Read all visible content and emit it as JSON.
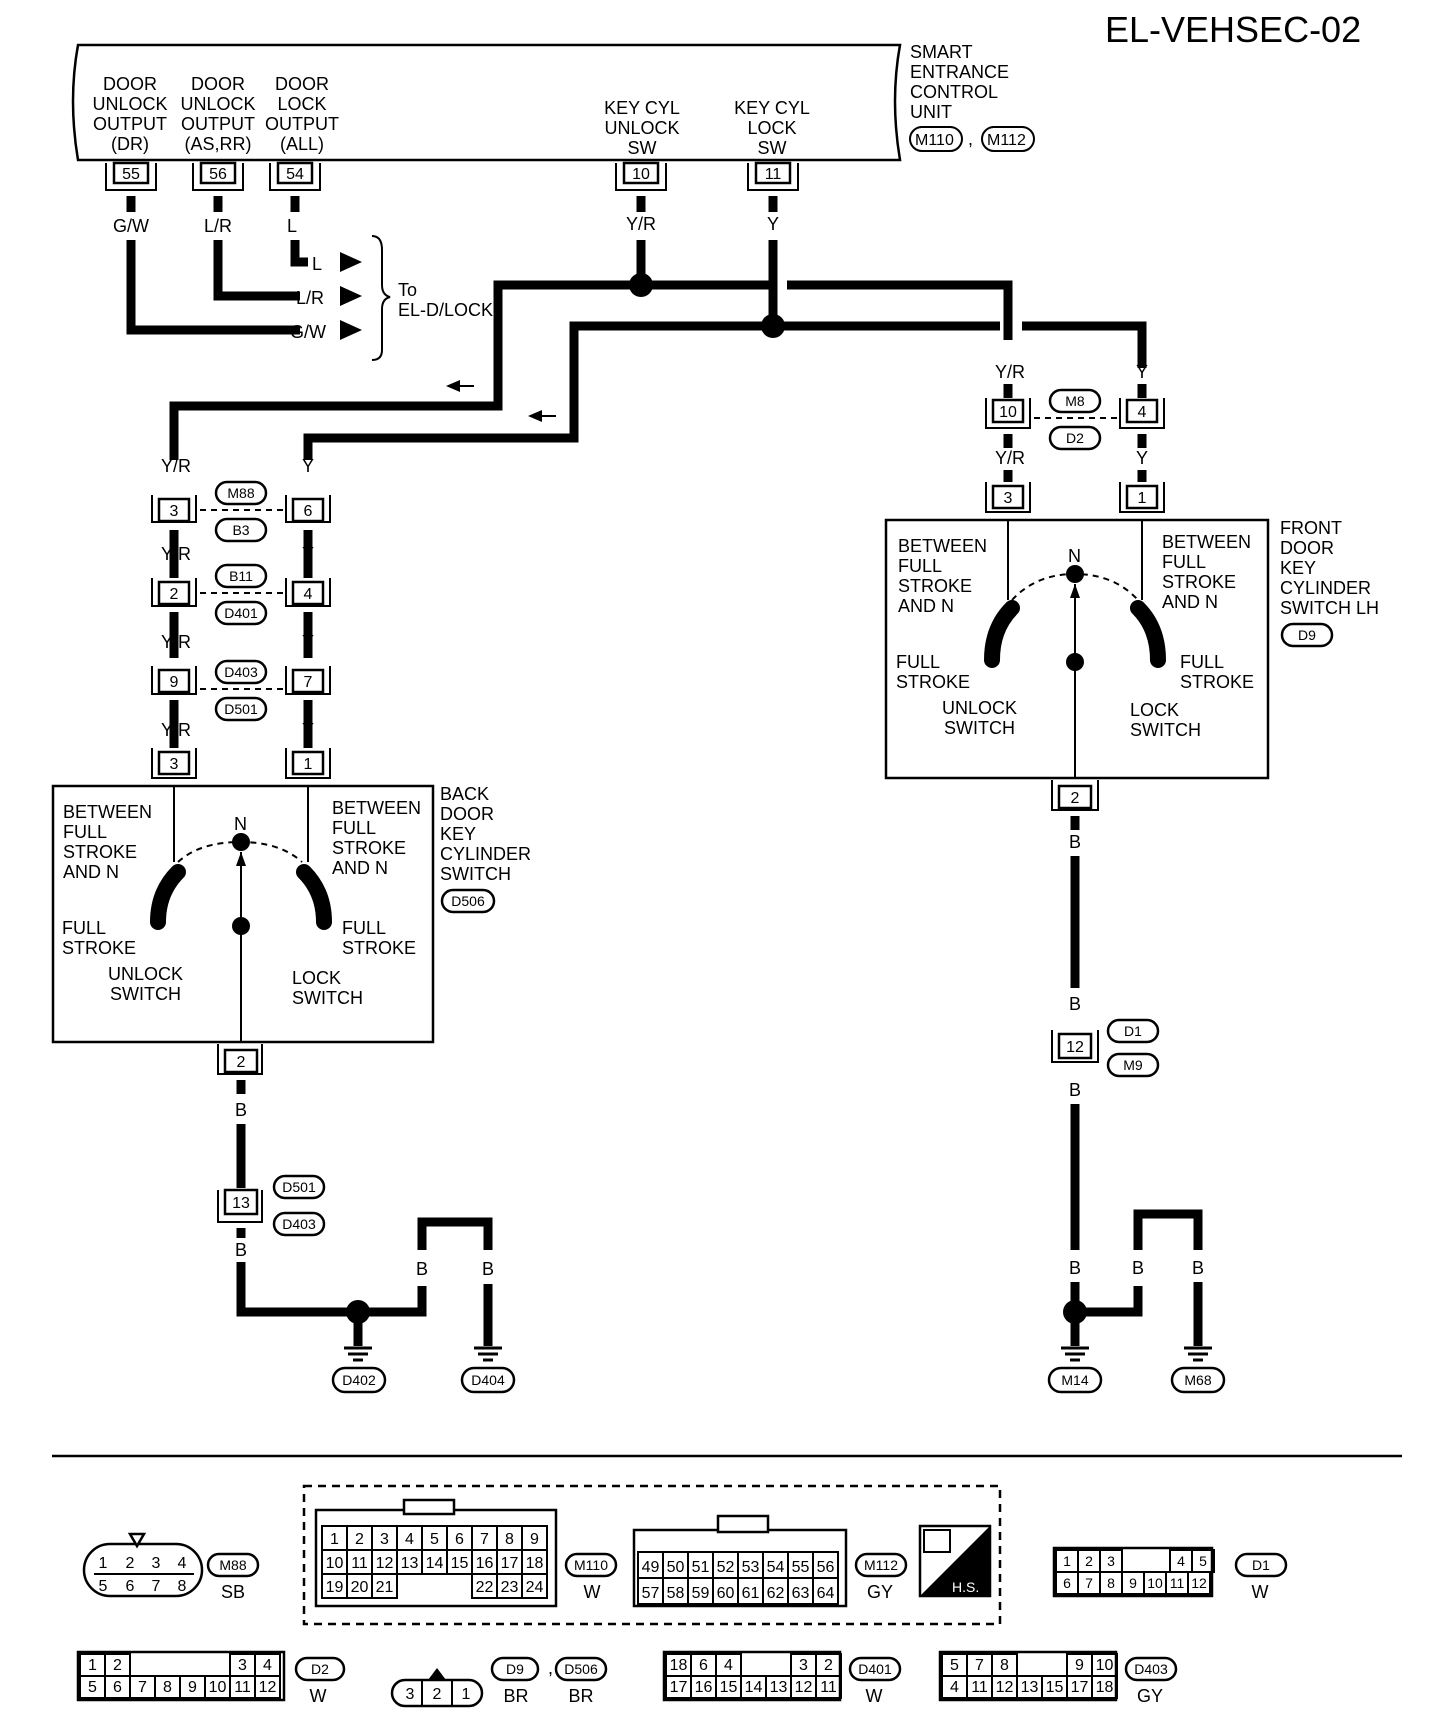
{
  "diagram_id": "EL-VEHSEC-02",
  "smart_unit": {
    "name": [
      "SMART",
      "ENTRANCE",
      "CONTROL",
      "UNIT"
    ],
    "connectors": [
      "M110",
      "M112"
    ],
    "separator": ",",
    "terminals": [
      {
        "num": "55",
        "label": [
          "DOOR",
          "UNLOCK",
          "OUTPUT",
          "(DR)"
        ],
        "wire": "G/W"
      },
      {
        "num": "56",
        "label": [
          "DOOR",
          "UNLOCK",
          "OUTPUT",
          "(AS,RR)"
        ],
        "wire": "L/R"
      },
      {
        "num": "54",
        "label": [
          "DOOR",
          "LOCK",
          "OUTPUT",
          "(ALL)"
        ],
        "wire": "L"
      },
      {
        "num": "10",
        "label": [
          "KEY CYL",
          "UNLOCK",
          "SW"
        ],
        "wire": "Y/R"
      },
      {
        "num": "11",
        "label": [
          "KEY CYL",
          "LOCK",
          "SW"
        ],
        "wire": "Y"
      }
    ]
  },
  "to_dlock": {
    "text": [
      "To",
      "EL-D/LOCK"
    ],
    "wires": [
      "L",
      "L/R",
      "G/W"
    ]
  },
  "back_door": {
    "chain": [
      {
        "left": "3",
        "right": "6",
        "conn_top": "M88",
        "conn_bottom": "B3"
      },
      {
        "left": "2",
        "right": "4",
        "conn_top": "B11",
        "conn_bottom": "D401"
      },
      {
        "left": "9",
        "right": "7",
        "conn_top": "D403",
        "conn_bottom": "D501"
      }
    ],
    "wire_left": "Y/R",
    "wire_right": "Y",
    "switch_terminals": [
      "3",
      "1",
      "2"
    ],
    "name": [
      "BACK",
      "DOOR",
      "KEY",
      "CYLINDER",
      "SWITCH"
    ],
    "connector": "D506",
    "labels": {
      "between_left": [
        "BETWEEN",
        "FULL",
        "STROKE",
        "AND N"
      ],
      "between_right": [
        "BETWEEN",
        "FULL",
        "STROKE",
        "AND N"
      ],
      "n": "N",
      "full_left": [
        "FULL",
        "STROKE"
      ],
      "full_right": [
        "FULL",
        "STROKE"
      ],
      "unlock": [
        "UNLOCK",
        "SWITCH"
      ],
      "lock": [
        "LOCK",
        "SWITCH"
      ]
    },
    "ground_wire": "B",
    "joint": {
      "num": "13",
      "conn_top": "D501",
      "conn_bottom": "D403"
    },
    "grounds": [
      "D402",
      "D404"
    ]
  },
  "front_door": {
    "joint": {
      "left": "10",
      "right": "4",
      "conn_top": "M8",
      "conn_bottom": "D2"
    },
    "wire_left": "Y/R",
    "wire_right": "Y",
    "switch_terminals": [
      "3",
      "1",
      "2"
    ],
    "name": [
      "FRONT",
      "DOOR",
      "KEY",
      "CYLINDER",
      "SWITCH LH"
    ],
    "connector": "D9",
    "labels": {
      "between_left": [
        "BETWEEN",
        "FULL",
        "STROKE",
        "AND N"
      ],
      "between_right": [
        "BETWEEN",
        "FULL",
        "STROKE",
        "AND N"
      ],
      "n": "N",
      "full_left": [
        "FULL",
        "STROKE"
      ],
      "full_right": [
        "FULL",
        "STROKE"
      ],
      "unlock": [
        "UNLOCK",
        "SWITCH"
      ],
      "lock": [
        "LOCK",
        "SWITCH"
      ]
    },
    "ground_wire": "B",
    "joint2": {
      "num": "12",
      "conn_top": "D1",
      "conn_bottom": "M9"
    },
    "grounds": [
      "M14",
      "M68"
    ]
  },
  "legend": {
    "m88": {
      "top": [
        "1",
        "2",
        "3",
        "4"
      ],
      "bottom": [
        "5",
        "6",
        "7",
        "8"
      ],
      "id": "M88",
      "color": "SB"
    },
    "m110": {
      "rows": [
        [
          "1",
          "2",
          "3",
          "4",
          "5",
          "6",
          "7",
          "8",
          "9"
        ],
        [
          "10",
          "11",
          "12",
          "13",
          "14",
          "15",
          "16",
          "17",
          "18"
        ],
        [
          "19",
          "20",
          "21",
          "22",
          "23",
          "24"
        ]
      ],
      "id": "M110",
      "color": "W"
    },
    "m112": {
      "rows": [
        [
          "49",
          "50",
          "51",
          "52",
          "53",
          "54",
          "55",
          "56"
        ],
        [
          "57",
          "58",
          "59",
          "60",
          "61",
          "62",
          "63",
          "64"
        ]
      ],
      "id": "M112",
      "color": "GY"
    },
    "hs": "H.S.",
    "d1": {
      "rows": [
        [
          "1",
          "2",
          "3",
          "4",
          "5"
        ],
        [
          "6",
          "7",
          "8",
          "9",
          "10",
          "11",
          "12"
        ]
      ],
      "id": "D1",
      "color": "W"
    },
    "d2": {
      "rows": [
        [
          "1",
          "2",
          "3",
          "4"
        ],
        [
          "5",
          "6",
          "7",
          "8",
          "9",
          "10",
          "11",
          "12"
        ]
      ],
      "id": "D2",
      "color": "W"
    },
    "d9": {
      "cells": [
        "3",
        "2",
        "1"
      ],
      "id1": "D9",
      "sep": ",",
      "id2": "D506",
      "color1": "BR",
      "color2": "BR"
    },
    "d401": {
      "rows": [
        [
          "18",
          "6",
          "4",
          "3",
          "2"
        ],
        [
          "17",
          "16",
          "15",
          "14",
          "13",
          "12",
          "11"
        ]
      ],
      "id": "D401",
      "color": "W"
    },
    "d403": {
      "rows": [
        [
          "5",
          "7",
          "8",
          "9",
          "10"
        ],
        [
          "4",
          "11",
          "12",
          "13",
          "15",
          "17",
          "18"
        ]
      ],
      "id": "D403",
      "color": "GY"
    }
  }
}
